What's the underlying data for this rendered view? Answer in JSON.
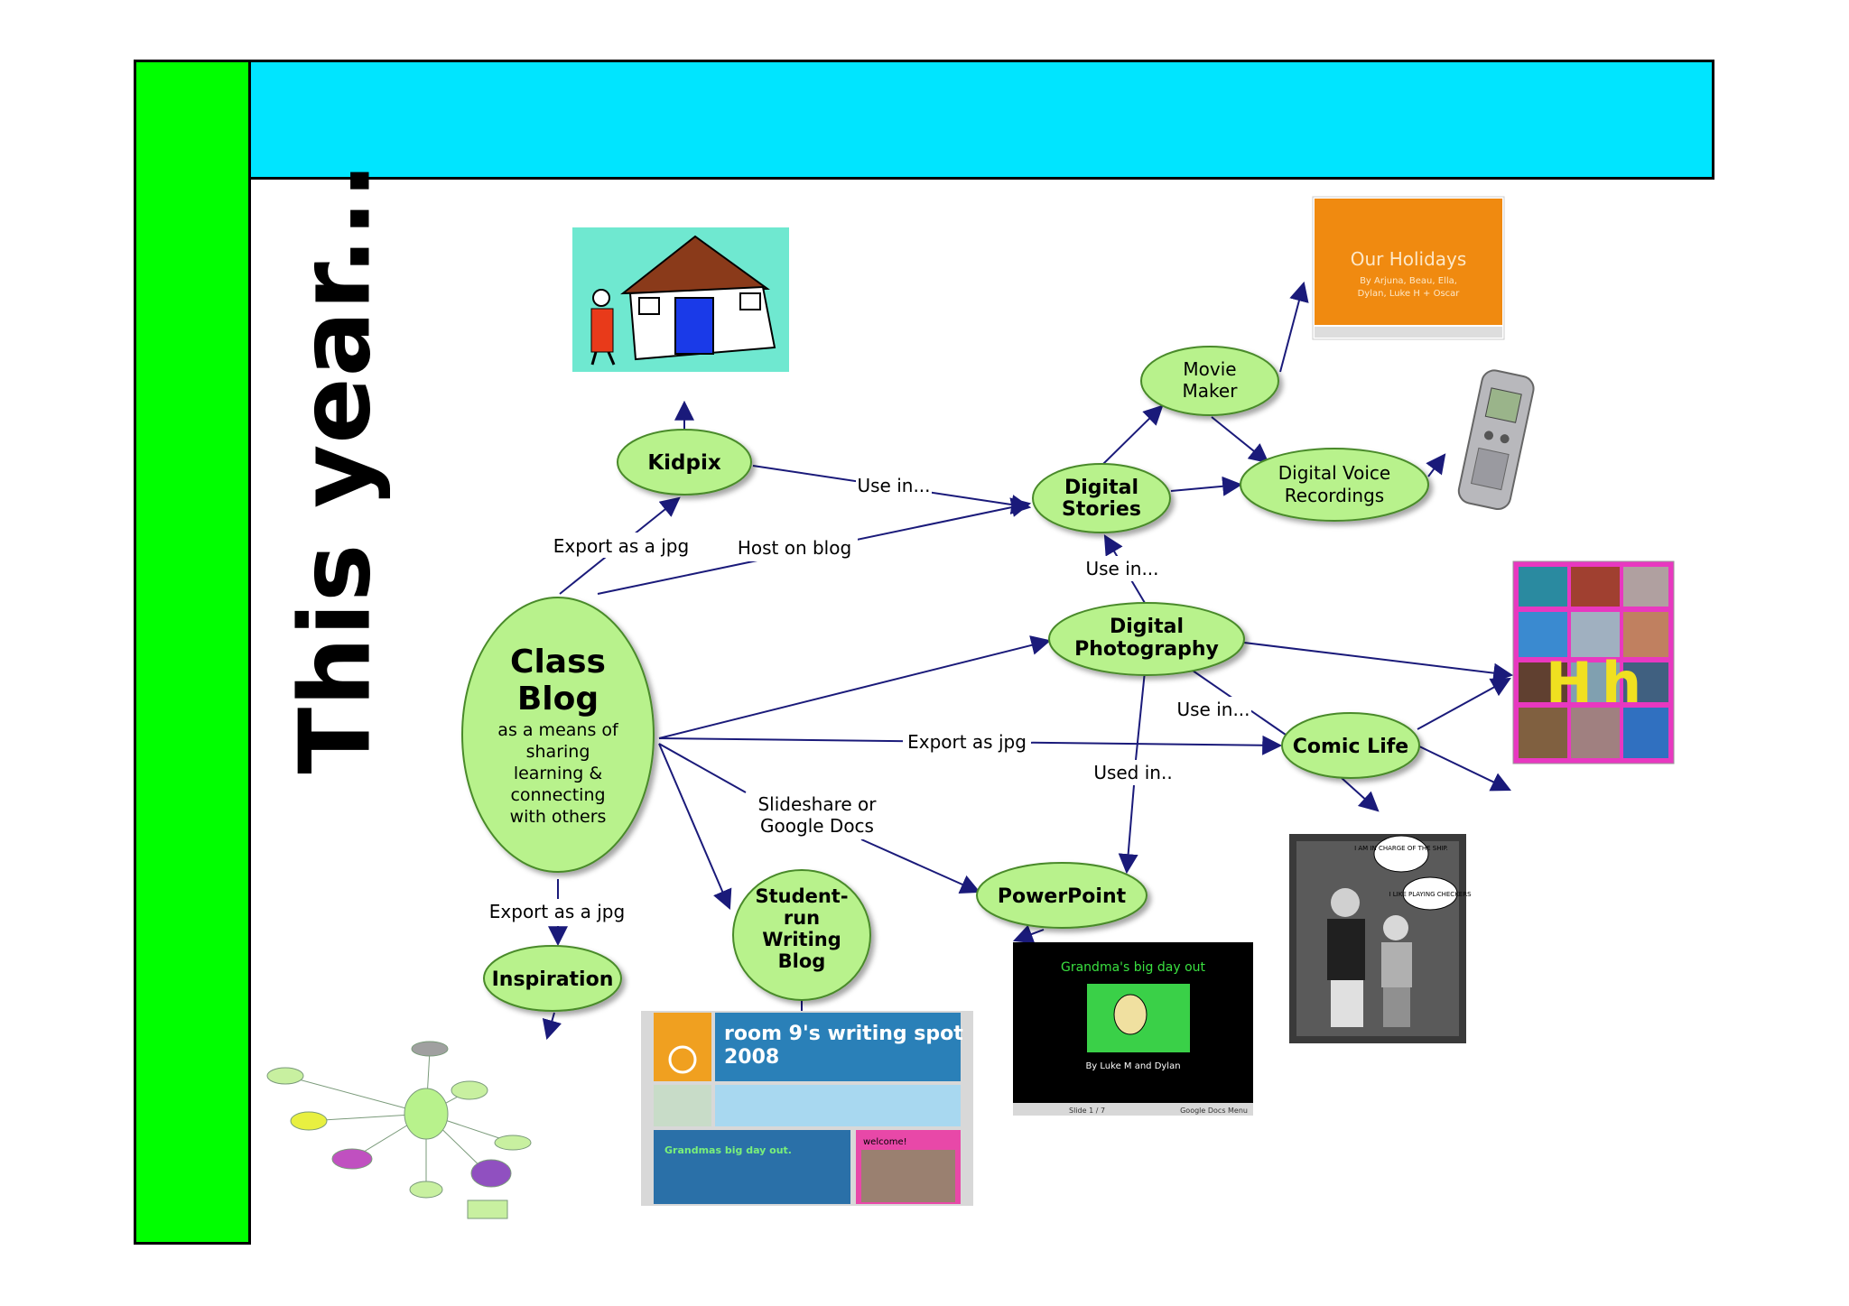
{
  "slide": {
    "title": "This year...",
    "colors": {
      "side_bar": "#00ff00",
      "header_bar": "#00e5ff",
      "node_fill": "#b8f28c",
      "arrow": "#1a1a7a"
    }
  },
  "nodes": {
    "class_blog": {
      "title_lines": [
        "Class",
        "Blog"
      ],
      "sub_lines": [
        "as a means of",
        "sharing",
        "learning &",
        "connecting",
        "with others"
      ]
    },
    "kidpix": {
      "lines": [
        "Kidpix"
      ]
    },
    "digital_stories": {
      "lines": [
        "Digital",
        "Stories"
      ]
    },
    "movie_maker": {
      "lines": [
        "Movie",
        "Maker"
      ]
    },
    "digital_voice": {
      "lines": [
        "Digital Voice",
        "Recordings"
      ]
    },
    "digital_photography": {
      "lines": [
        "Digital",
        "Photography"
      ]
    },
    "comic_life": {
      "lines": [
        "Comic Life"
      ]
    },
    "powerpoint": {
      "lines": [
        "PowerPoint"
      ]
    },
    "student_blog": {
      "lines": [
        "Student-",
        "run",
        "Writing",
        "Blog"
      ]
    },
    "inspiration": {
      "lines": [
        "Inspiration"
      ]
    }
  },
  "links": {
    "export_jpg_1": "Export as a jpg",
    "host_on_blog": "Host on blog",
    "use_in_1": "Use in...",
    "use_in_2": "Use in...",
    "use_in_3": "Use in...",
    "export_as_jpg": "Export as jpg",
    "used_in": "Used in..",
    "slideshare_lines": [
      "Slideshare or",
      "Google Docs"
    ],
    "export_jpg_2": "Export as a jpg"
  },
  "thumbnails": {
    "our_holidays": {
      "title": "Our Holidays",
      "byline_lines": [
        "By Arjuna, Beau, Ella,",
        "Dylan, Luke H + Oscar"
      ]
    },
    "grandma": {
      "title": "Grandma's big day out",
      "byline": "By Luke M and Dylan",
      "controls": "Slide 1 / 7",
      "docs": "Google Docs  Menu"
    },
    "writing_blog": {
      "title_lines": [
        "room 9's writing spot",
        "2008"
      ],
      "post_title": "Grandmas big day out.",
      "side_title": "welcome!"
    },
    "comic_bubbles": [
      "I AM IN CHARGE OF THE SHIP.",
      "I LIKE PLAYING CHECKERS"
    ]
  }
}
